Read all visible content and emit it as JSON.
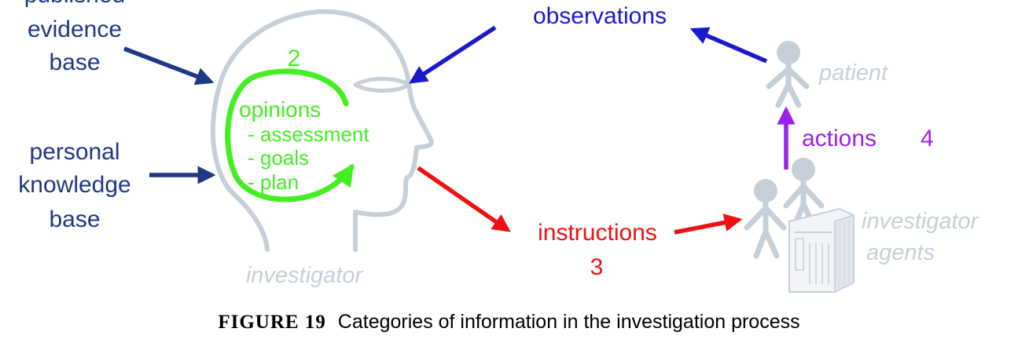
{
  "colors": {
    "navy": "#1f3784",
    "blue": "#1a1acc",
    "green": "#44ee22",
    "red": "#ee1111",
    "purple": "#9922ee",
    "gray": "#c6ced8"
  },
  "labels": {
    "published_line1": "published",
    "published_line2": "evidence",
    "published_line3": "base",
    "personal_line1": "personal",
    "personal_line2": "knowledge",
    "personal_line3": "base",
    "observations": "observations",
    "patient": "patient",
    "actions": "actions",
    "actions_number": "4",
    "cycle_number": "2",
    "opinions": "opinions",
    "assessment": "- assessment",
    "goals": "- goals",
    "plan": "- plan",
    "instructions": "instructions",
    "instructions_number": "3",
    "investigator": "investigator",
    "agents_line1": "investigator",
    "agents_line2": "agents"
  },
  "caption": {
    "figure": "FIGURE 19",
    "text": "Categories of information in the investigation process"
  },
  "icons": [
    "head-outline-icon",
    "cycle-arrow-icon",
    "patient-figure-icon",
    "agent-figure-icon",
    "computer-server-icon"
  ]
}
